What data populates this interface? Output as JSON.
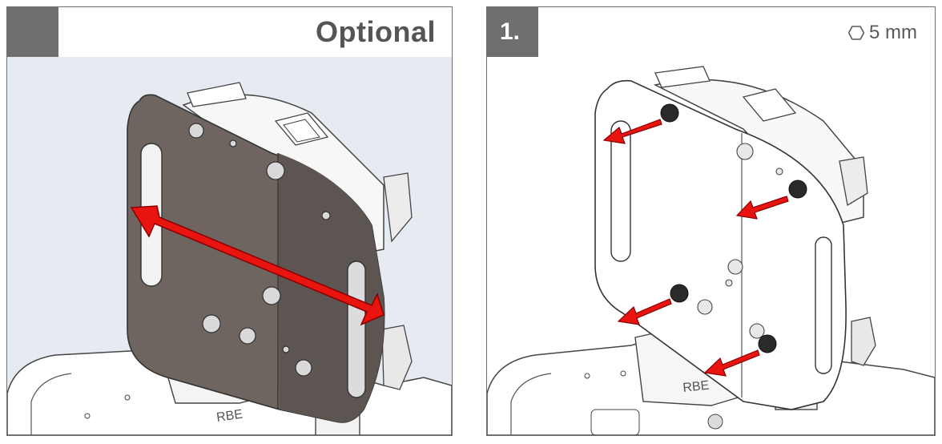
{
  "panels": [
    {
      "step_number": "",
      "title": "Optional",
      "illustration": "backrest-plate-slide-adjustment"
    },
    {
      "step_number": "1.",
      "tool_icon": "hex-key-icon",
      "tool_size": "5 mm",
      "illustration": "remove-four-plate-screws"
    }
  ],
  "colors": {
    "frame": "#6f6f6f",
    "arrow": "#e8140f",
    "plate_dark": "#6e6560"
  }
}
